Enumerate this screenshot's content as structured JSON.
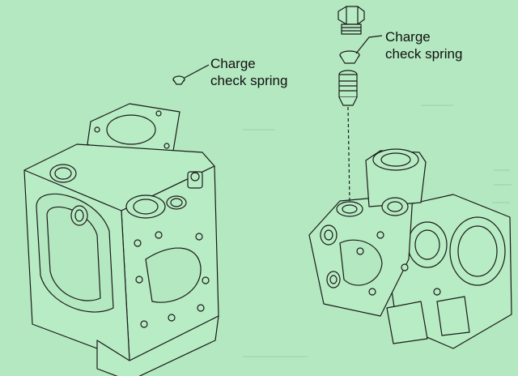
{
  "colors": {
    "background": "#b4e8c0",
    "line": "#1a1a1a",
    "fill": "#b8ecc4",
    "faint": "#93c9a0"
  },
  "labels": {
    "left": {
      "line1": "Charge",
      "line2": "check spring"
    },
    "right": {
      "line1": "Charge",
      "line2": "check spring"
    }
  }
}
